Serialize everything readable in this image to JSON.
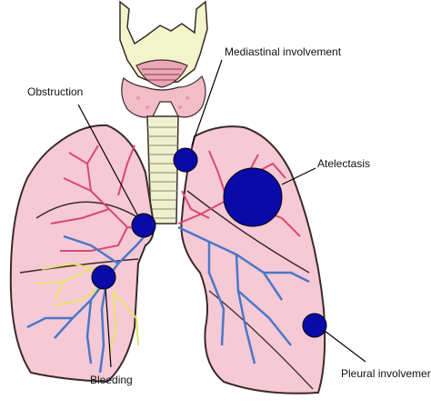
{
  "labels": {
    "mediastinal": "Mediastinal involvement",
    "obstruction": "Obstruction",
    "atelectasis": "Atelectasis",
    "pleural": "Pleural involvement",
    "bleeding": "Bleeding"
  },
  "colors": {
    "lung_fill": "#f6c9d6",
    "lung_outline": "#3a2a2a",
    "trachea": "#eef0d0",
    "thyroid": "#f3bdc8",
    "larynx": "#f2f4c9",
    "artery": "#d94a6e",
    "vein": "#4a78c7",
    "bronchus_yellow": "#e4e36a",
    "marker": "#0a0aa8",
    "leader": "#000000"
  }
}
